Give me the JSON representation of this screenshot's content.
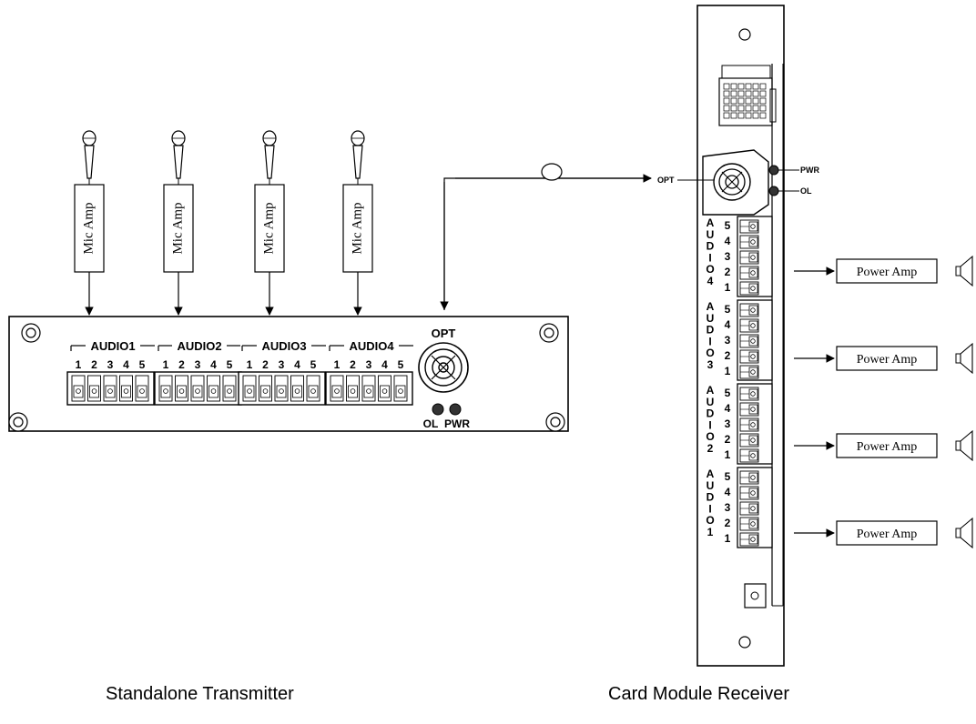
{
  "mic_amp_label": "Mic Amp",
  "power_amp_label": "Power Amp",
  "transmitter": {
    "caption": "Standalone Transmitter",
    "groups": [
      "AUDIO1",
      "AUDIO2",
      "AUDIO3",
      "AUDIO4"
    ],
    "pins": [
      "1",
      "2",
      "3",
      "4",
      "5"
    ],
    "opt_label": "OPT",
    "led_labels": [
      "OL",
      "PWR"
    ]
  },
  "receiver": {
    "caption": "Card Module Receiver",
    "opt_label": "OPT",
    "led_labels": [
      "PWR",
      "OL"
    ],
    "groups": [
      "AUDIO4",
      "AUDIO3",
      "AUDIO2",
      "AUDIO1"
    ],
    "pins_top_down": [
      "5",
      "4",
      "3",
      "2",
      "1"
    ]
  }
}
